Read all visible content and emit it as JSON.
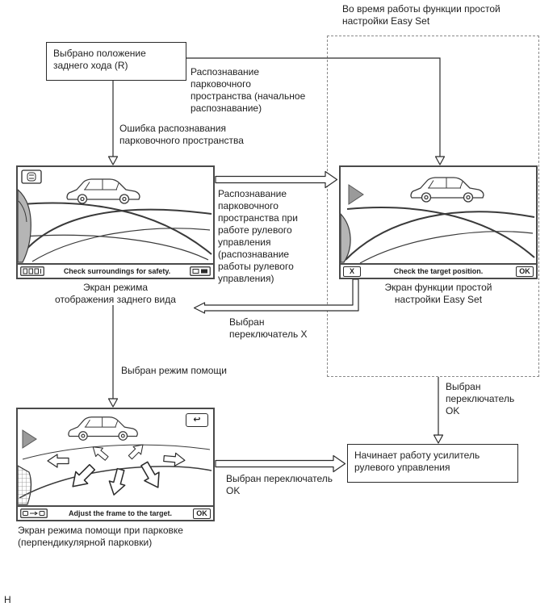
{
  "page": {
    "footer_letter": "Н"
  },
  "easy_set_region": {
    "label": "Во время работы функции простой\nнастройки Easy Set"
  },
  "boxes": {
    "reverse_selected": "Выбрано положение\nзаднего хода (R)",
    "power_steering": "Начинает работу усилитель\nрулевого управления"
  },
  "flow_labels": {
    "initial_recognition": "Распознавание\nпарковочного\nпространства (начальное\nраспознавание)",
    "recognition_error": "Ошибка распознавания\nпарковочного пространства",
    "steering_recognition": "Распознавание\nпарковочного\nпространства при\nработе рулевого\nуправления\n(распознавание\nработы рулевого\nуправления)",
    "x_selected": "Выбран\nпереключатель X",
    "assist_mode_selected": "Выбран режим помощи",
    "ok_selected_easy_set": "Выбран\nпереключатель\nOK",
    "ok_selected_assist": "Выбран переключатель\nOK"
  },
  "screens": {
    "rear_view": {
      "caption": "Check surroundings for safety.",
      "label": "Экран режима\nотображения заднего вида"
    },
    "easy_set": {
      "x_button": "X",
      "caption": "Check the target position.",
      "ok_button": "OK",
      "label": "Экран функции простой\nнастройки Easy Set"
    },
    "assist": {
      "caption": "Adjust the frame to the target.",
      "ok_button": "OK",
      "label": "Экран режима помощи при парковке\n(перпендикулярной парковки)"
    }
  },
  "icons": {
    "return_icon": "↩"
  },
  "colors": {
    "ink": "#1f1f1f",
    "screen_border": "#4a4a4a",
    "triangle_gray": "#9a9a9a"
  }
}
